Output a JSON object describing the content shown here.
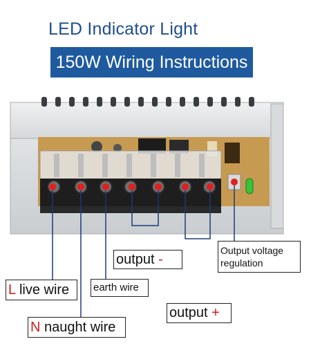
{
  "title": "LED Indicator Light",
  "banner": "150W Wiring Instructions",
  "labels": {
    "live": {
      "mark": "L",
      "text": " live wire"
    },
    "naught": {
      "mark": "N",
      "text": " naught wire"
    },
    "earth": "earth wire",
    "output_minus": {
      "text": "output ",
      "sign": "-"
    },
    "output_plus": {
      "text": "output ",
      "sign": "+"
    },
    "voltage": {
      "line1": "Output voltage",
      "line2": "regulation"
    }
  },
  "colors": {
    "title": "#1f4e8c",
    "banner_bg": "#1f5a9e",
    "marker": "#e0201f",
    "accent": "#d11a1a"
  }
}
